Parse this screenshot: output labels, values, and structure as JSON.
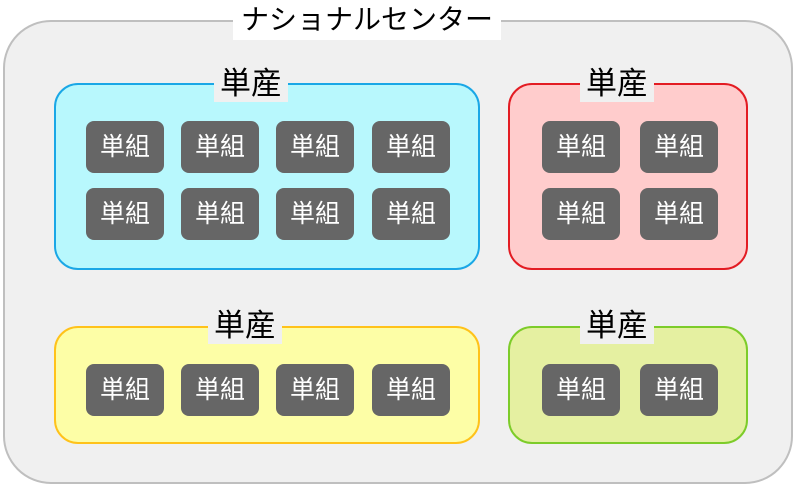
{
  "diagram": {
    "title": "ナショナルセンター",
    "unions": [
      {
        "label": "単産",
        "border": "#1aa7e6",
        "fill": "#b8f8fd",
        "groups": [
          "単組",
          "単組",
          "単組",
          "単組",
          "単組",
          "単組",
          "単組",
          "単組"
        ]
      },
      {
        "label": "単産",
        "border": "#e31c23",
        "fill": "#ffcccc",
        "groups": [
          "単組",
          "単組",
          "単組",
          "単組"
        ]
      },
      {
        "label": "単産",
        "border": "#ffc21a",
        "fill": "#fdfea6",
        "groups": [
          "単組",
          "単組",
          "単組",
          "単組"
        ]
      },
      {
        "label": "単産",
        "border": "#7dcc2a",
        "fill": "#e5f0a1",
        "groups": [
          "単組",
          "単組"
        ]
      }
    ]
  }
}
